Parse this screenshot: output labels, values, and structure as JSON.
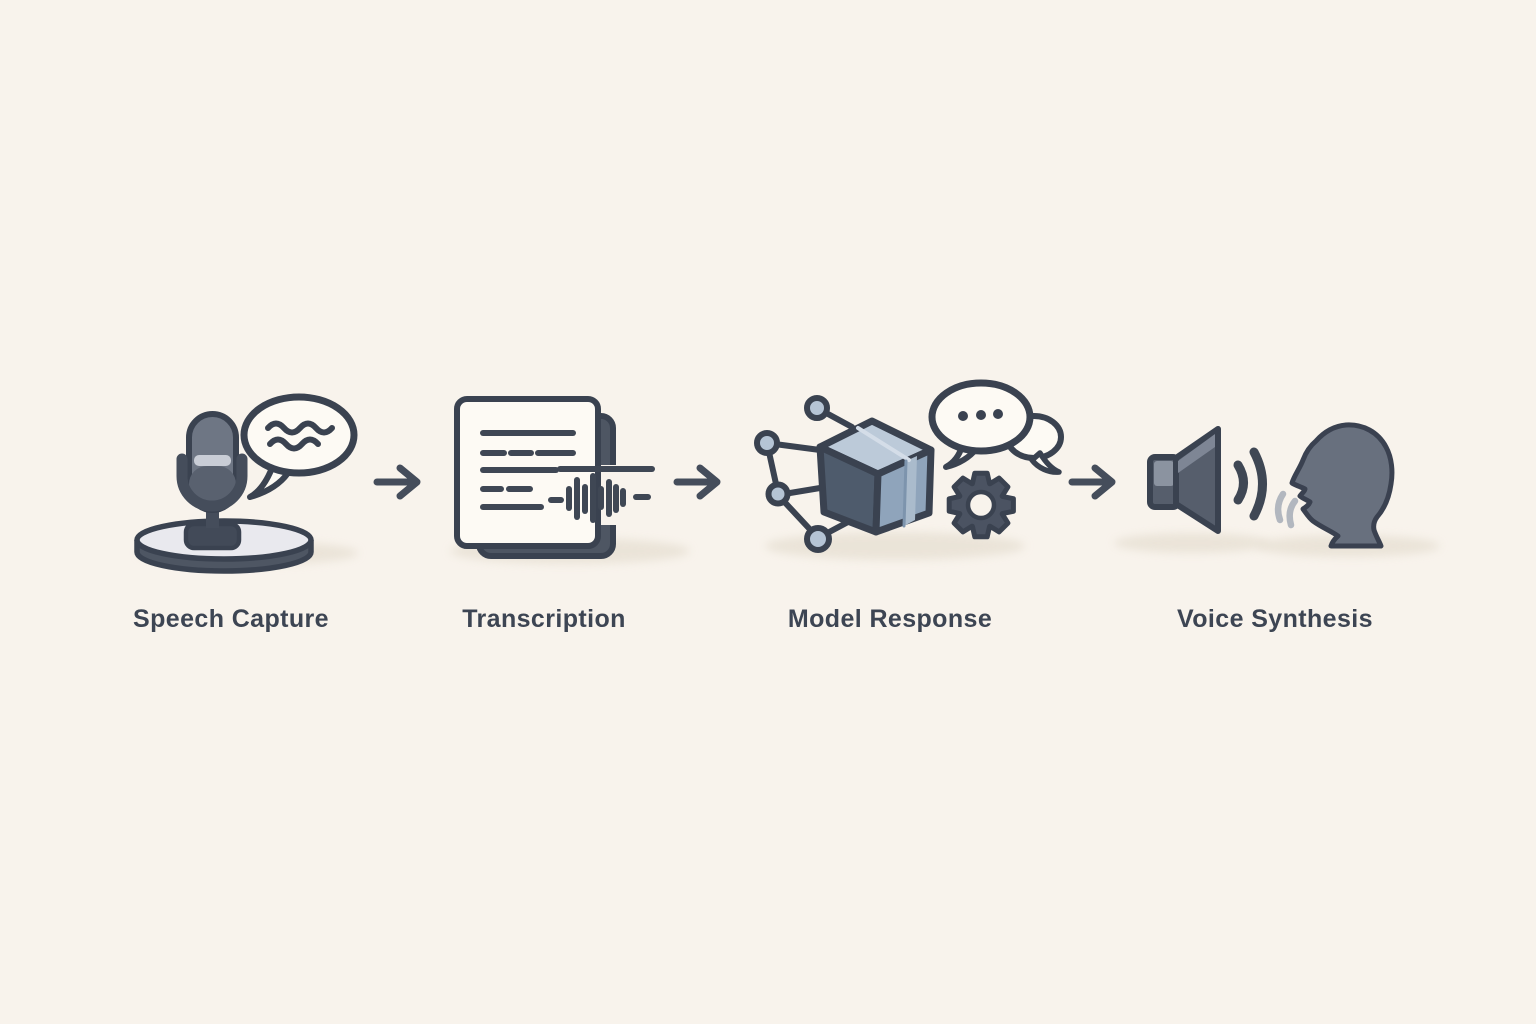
{
  "diagram": {
    "type": "pipeline-flow",
    "direction": "left-to-right",
    "step_count": 4
  },
  "steps": [
    {
      "label": "Speech Capture",
      "icon": "microphone-with-speech-bubble"
    },
    {
      "label": "Transcription",
      "icon": "document-with-audio-waveform"
    },
    {
      "label": "Model Response",
      "icon": "cube-network-chat-gear"
    },
    {
      "label": "Voice Synthesis",
      "icon": "speaker-and-speaking-head"
    }
  ],
  "arrows": [
    {
      "glyph": "→",
      "from": "Speech Capture",
      "to": "Transcription"
    },
    {
      "glyph": "→",
      "from": "Transcription",
      "to": "Model Response"
    },
    {
      "glyph": "→",
      "from": "Model Response",
      "to": "Voice Synthesis"
    }
  ],
  "palette": {
    "bg": "#f8f3ec",
    "ink": "#3a4250",
    "dark": "#4e5663",
    "paper": "#fdfaf4",
    "label": "#3d4553",
    "node": "#b5c4d5",
    "cube-top": "#bccad9",
    "cube-left": "#4e5b6c",
    "cube-right": "#8fa4bb",
    "cube-right-light": "#aabbcc",
    "platform-top": "#e9e9ee",
    "mic-head": "#6e7684",
    "mic-band": "#c9cdd6",
    "metal-light": "#8b93a0",
    "horn": "#565e6c",
    "horn-light": "#7e8695",
    "head-fill": "#68707e",
    "soft-wave": "#b2b7bf",
    "shadow": "#e6dfd2"
  }
}
